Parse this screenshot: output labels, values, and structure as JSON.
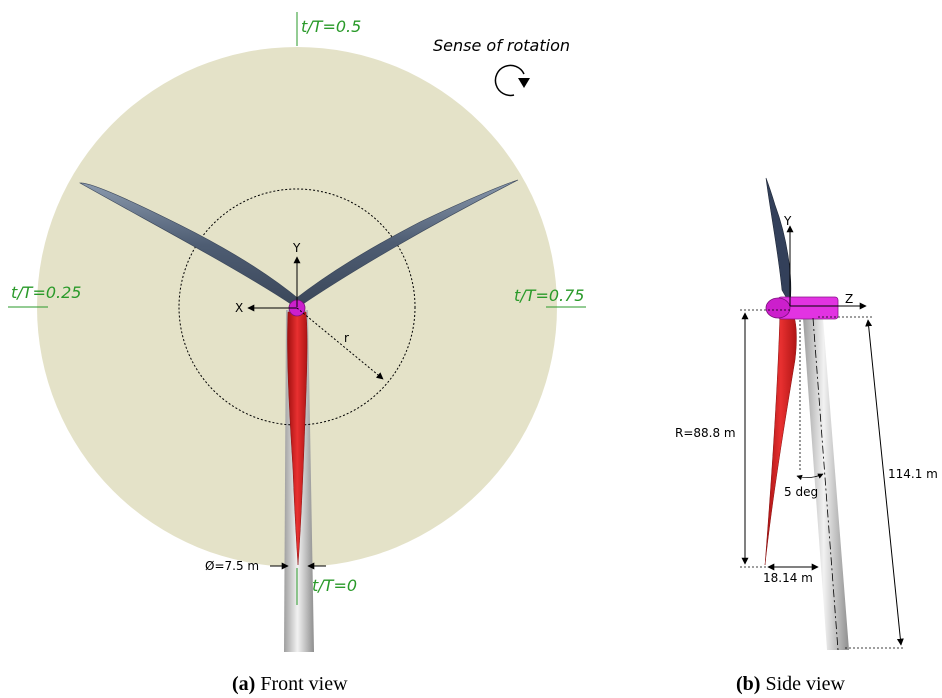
{
  "front_view": {
    "phase_labels": {
      "top": "t/T=0.5",
      "left": "t/T=0.25",
      "right": "t/T=0.75",
      "bottom": "t/T=0"
    },
    "rotation_label": "Sense of rotation",
    "axis_y": "Y",
    "axis_x": "X",
    "radius_label": "r",
    "tower_diameter": "Ø=7.5 m",
    "caption_letter": "(a)",
    "caption_text": " Front view"
  },
  "side_view": {
    "axis_y": "Y",
    "axis_z": "Z",
    "rotor_radius": "R=88.8 m",
    "tilt_angle": "5 deg",
    "tower_height": "114.1 m",
    "overhang": "18.14 m",
    "caption_letter": "(b)",
    "caption_text": " Side view"
  },
  "colors": {
    "rotor_disk": "#e4e2c8",
    "blade_gray": "#5e6e85",
    "blade_red": "#d42020",
    "hub": "#cc1fcc",
    "nacelle": "#e233e2",
    "tower": "#c8c8c8",
    "label_green": "#2a9a2a"
  }
}
